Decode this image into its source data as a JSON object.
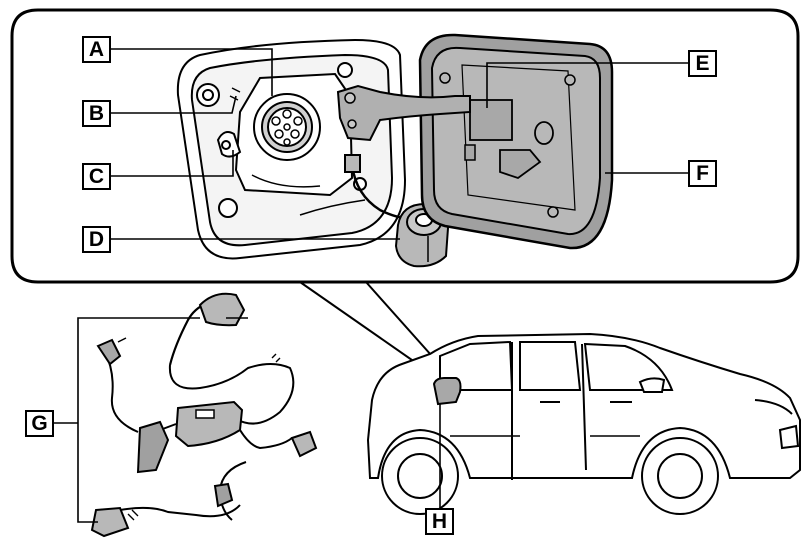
{
  "colors": {
    "line": "#000000",
    "part_fill": "#b8b8b8",
    "dark_fill": "#a8a8a8",
    "background": "#ffffff"
  },
  "labels": {
    "a": "A",
    "b": "B",
    "c": "C",
    "d": "D",
    "e": "E",
    "f": "F",
    "g": "G",
    "h": "H"
  }
}
